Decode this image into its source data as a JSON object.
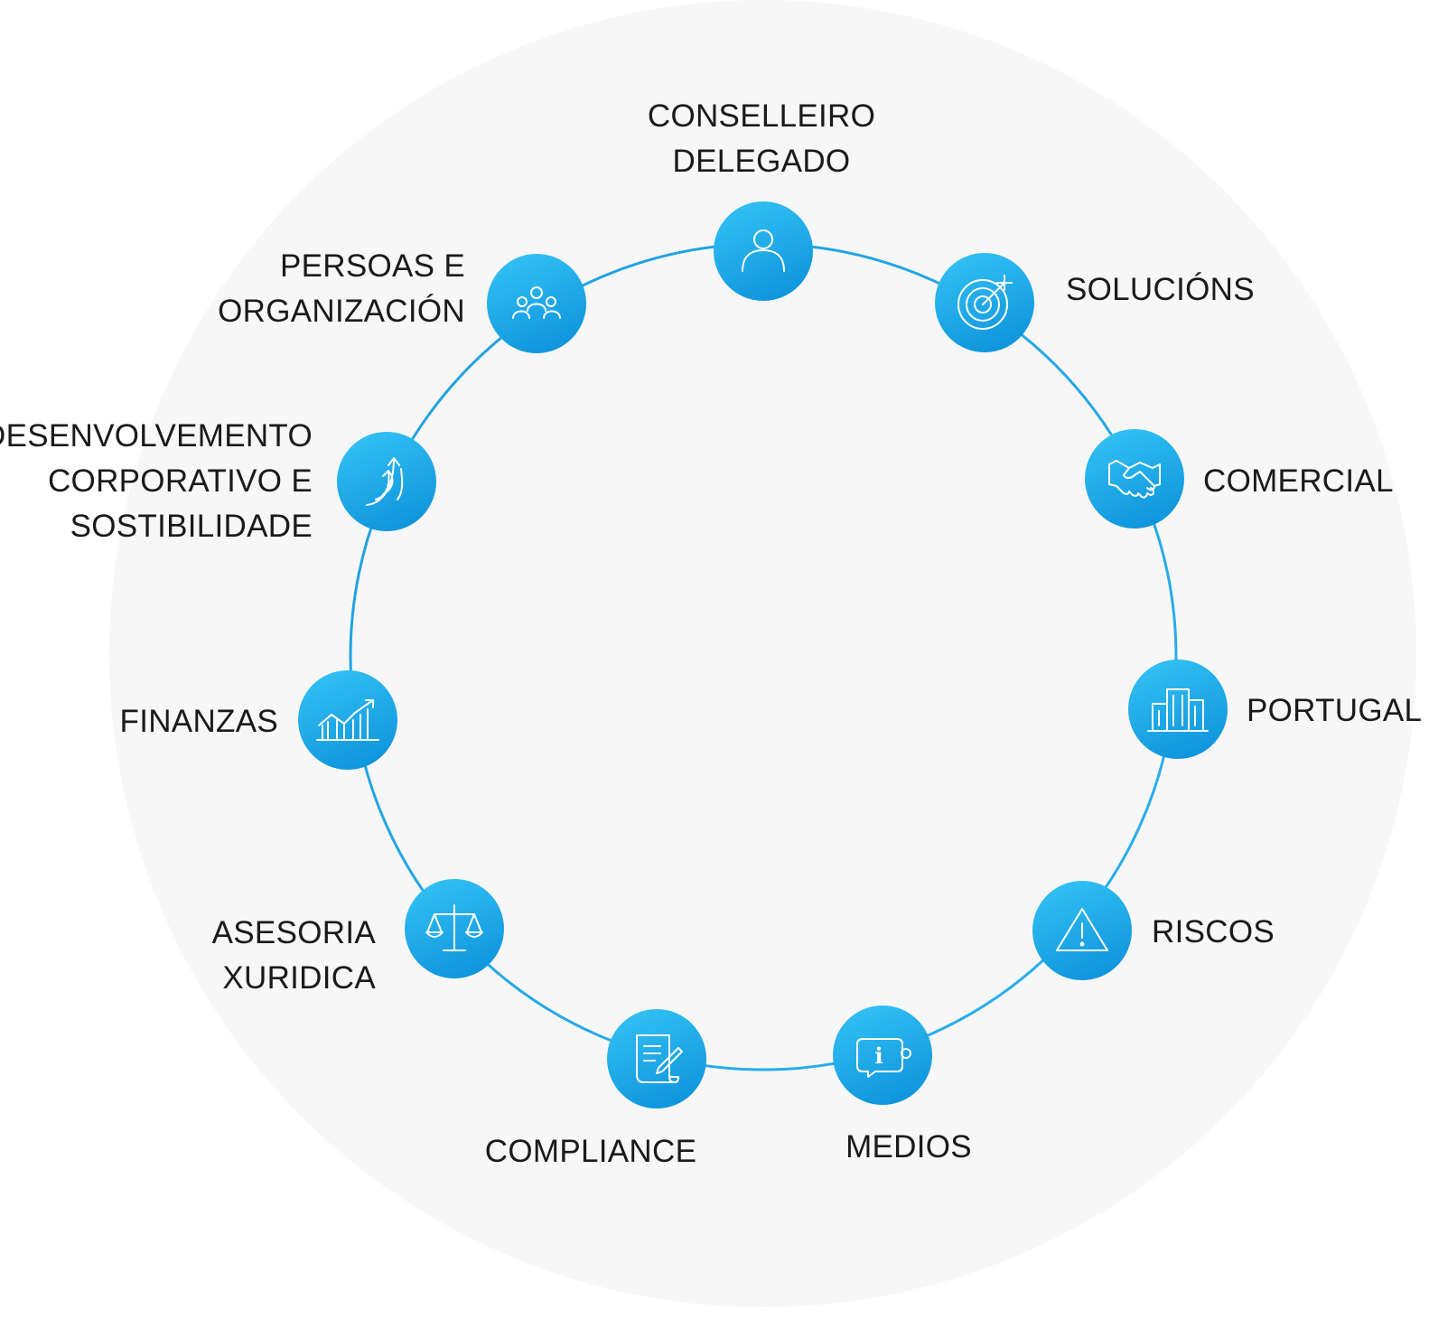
{
  "colors": {
    "ring": "#2aa6e6",
    "node_light": "#33c2f5",
    "node_dark": "#0f95dc",
    "backdrop": "#f7f7f7",
    "text": "#1a1a1a"
  },
  "nodes": [
    {
      "id": "conselleiro-delegado",
      "icon": "person-icon",
      "label": [
        "CONSELLEIRO",
        "DELEGADO"
      ]
    },
    {
      "id": "solucions",
      "icon": "target-icon",
      "label": [
        "SOLUCIÓNS"
      ]
    },
    {
      "id": "comercial",
      "icon": "handshake-icon",
      "label": [
        "COMERCIAL"
      ]
    },
    {
      "id": "portugal",
      "icon": "buildings-icon",
      "label": [
        "PORTUGAL"
      ]
    },
    {
      "id": "riscos",
      "icon": "warning-icon",
      "label": [
        "RISCOS"
      ]
    },
    {
      "id": "medios",
      "icon": "info-chat-icon",
      "label": [
        "MEDIOS"
      ]
    },
    {
      "id": "compliance",
      "icon": "document-pen-icon",
      "label": [
        "COMPLIANCE"
      ]
    },
    {
      "id": "asesoria-xuridica",
      "icon": "scales-icon",
      "label": [
        "ASESORIA",
        "XURIDICA"
      ]
    },
    {
      "id": "finanzas",
      "icon": "chart-icon",
      "label": [
        "FINANZAS"
      ]
    },
    {
      "id": "desenvolvemento",
      "icon": "growth-arrows-icon",
      "label": [
        "DESENVOLVEMENTO",
        "CORPORATIVO E",
        "SOSTIBILIDADE"
      ]
    },
    {
      "id": "persoas-e-organizacion",
      "icon": "team-icon",
      "label": [
        "PERSOAS E",
        "ORGANIZACIÓN"
      ]
    }
  ]
}
